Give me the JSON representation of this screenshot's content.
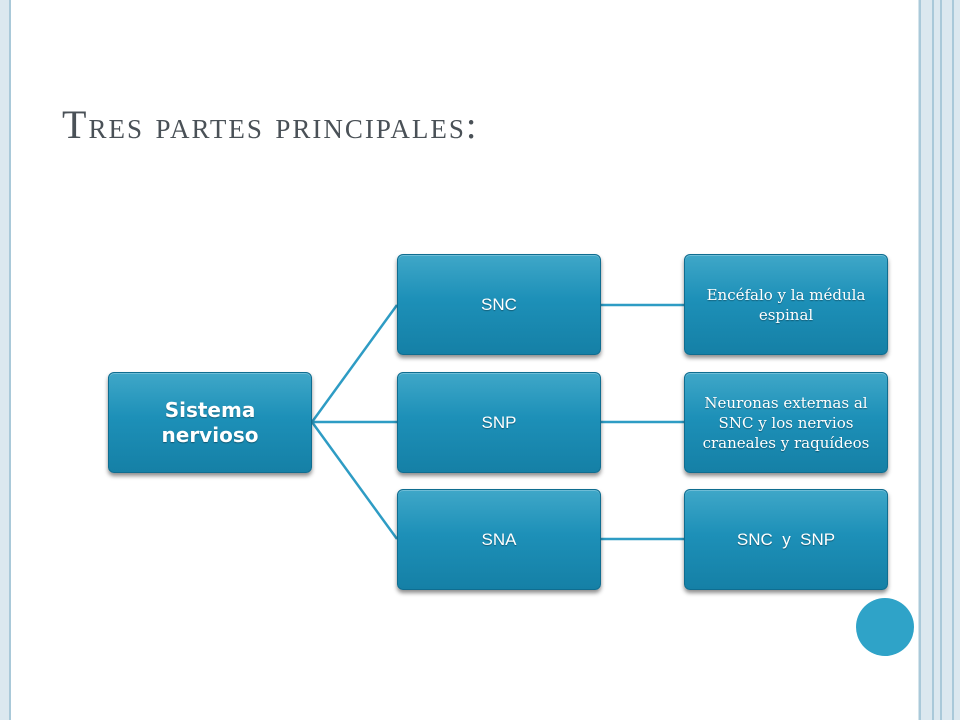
{
  "slide": {
    "title_first": "T",
    "title_rest": "res partes principales:"
  },
  "diagram": {
    "root": "Sistema nervioso",
    "branches": [
      {
        "label": "SNC",
        "detail": "Encéfalo y la médula espinal"
      },
      {
        "label": "SNP",
        "detail": "Neuronas externas al SNC y los nervios craneales y raquídeos"
      },
      {
        "label": "SNA",
        "detail": "SNC  y  SNP"
      }
    ],
    "colors": {
      "box": "#1d90b8",
      "connector": "#2e9cc4",
      "frame": "#a9c9d9",
      "circle": "#2fa3c8"
    }
  }
}
